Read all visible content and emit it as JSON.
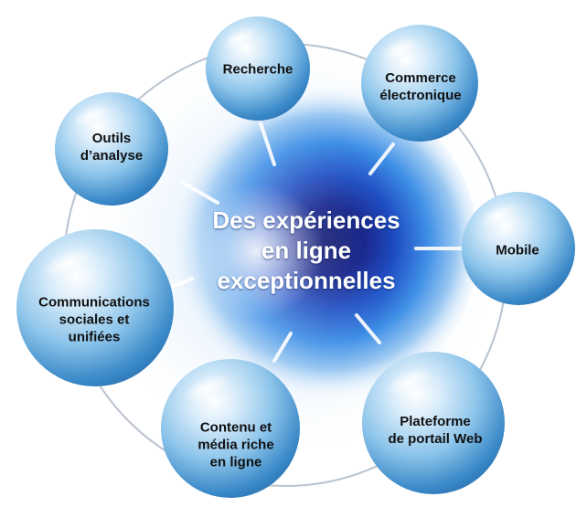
{
  "center": {
    "lines": [
      "Des expériences",
      "en ligne",
      "exceptionnelles"
    ]
  },
  "nodes": [
    {
      "id": "recherche",
      "lines": [
        "Recherche"
      ]
    },
    {
      "id": "commerce",
      "lines": [
        "Commerce",
        "électronique"
      ]
    },
    {
      "id": "outils",
      "lines": [
        "Outils",
        "d’analyse"
      ]
    },
    {
      "id": "mobile",
      "lines": [
        "Mobile"
      ]
    },
    {
      "id": "communications",
      "lines": [
        "Communications",
        "sociales et",
        "unifiées"
      ]
    },
    {
      "id": "plateforme",
      "lines": [
        "Plateforme",
        "de portail Web"
      ]
    },
    {
      "id": "contenu",
      "lines": [
        "Contenu et",
        "média riche",
        "en ligne"
      ]
    }
  ],
  "colors": {
    "sphere_light": "#eaf5fd",
    "sphere_mid": "#8cc4ea",
    "sphere_dark": "#2f7fbf",
    "ring": "#b9c3cf",
    "eye_outer": "#60a7ee",
    "eye_mid": "#2d67d4",
    "eye_core": "#0b1580"
  }
}
